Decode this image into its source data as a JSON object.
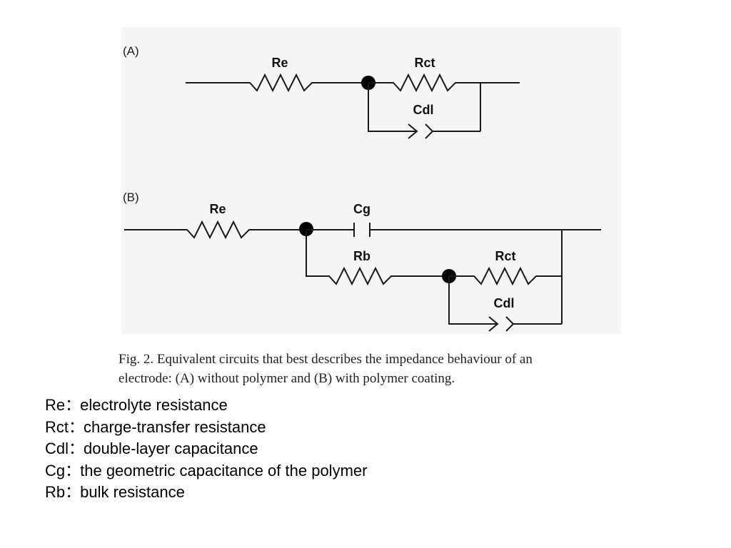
{
  "figure": {
    "panels": {
      "a": {
        "label": "(A)",
        "components": {
          "re": "Re",
          "rct": "Rct",
          "cdl": "Cdl"
        }
      },
      "b": {
        "label": "(B)",
        "components": {
          "re": "Re",
          "cg": "Cg",
          "rb": "Rb",
          "rct": "Rct",
          "cdl": "Cdl"
        }
      }
    },
    "caption": {
      "line1": "Fig. 2. Equivalent circuits that best describes the impedance behaviour of an",
      "line2": "electrode: (A) without polymer and (B) with polymer coating."
    }
  },
  "legend": {
    "separator": "：",
    "items": [
      {
        "term": "Re",
        "definition": "electrolyte resistance"
      },
      {
        "term": "Rct",
        "definition": "charge-transfer resistance"
      },
      {
        "term": "Cdl",
        "definition": "double-layer capacitance"
      },
      {
        "term": "Cg",
        "definition": "the geometric capacitance of the polymer"
      },
      {
        "term": "Rb",
        "definition": "bulk resistance"
      }
    ]
  }
}
